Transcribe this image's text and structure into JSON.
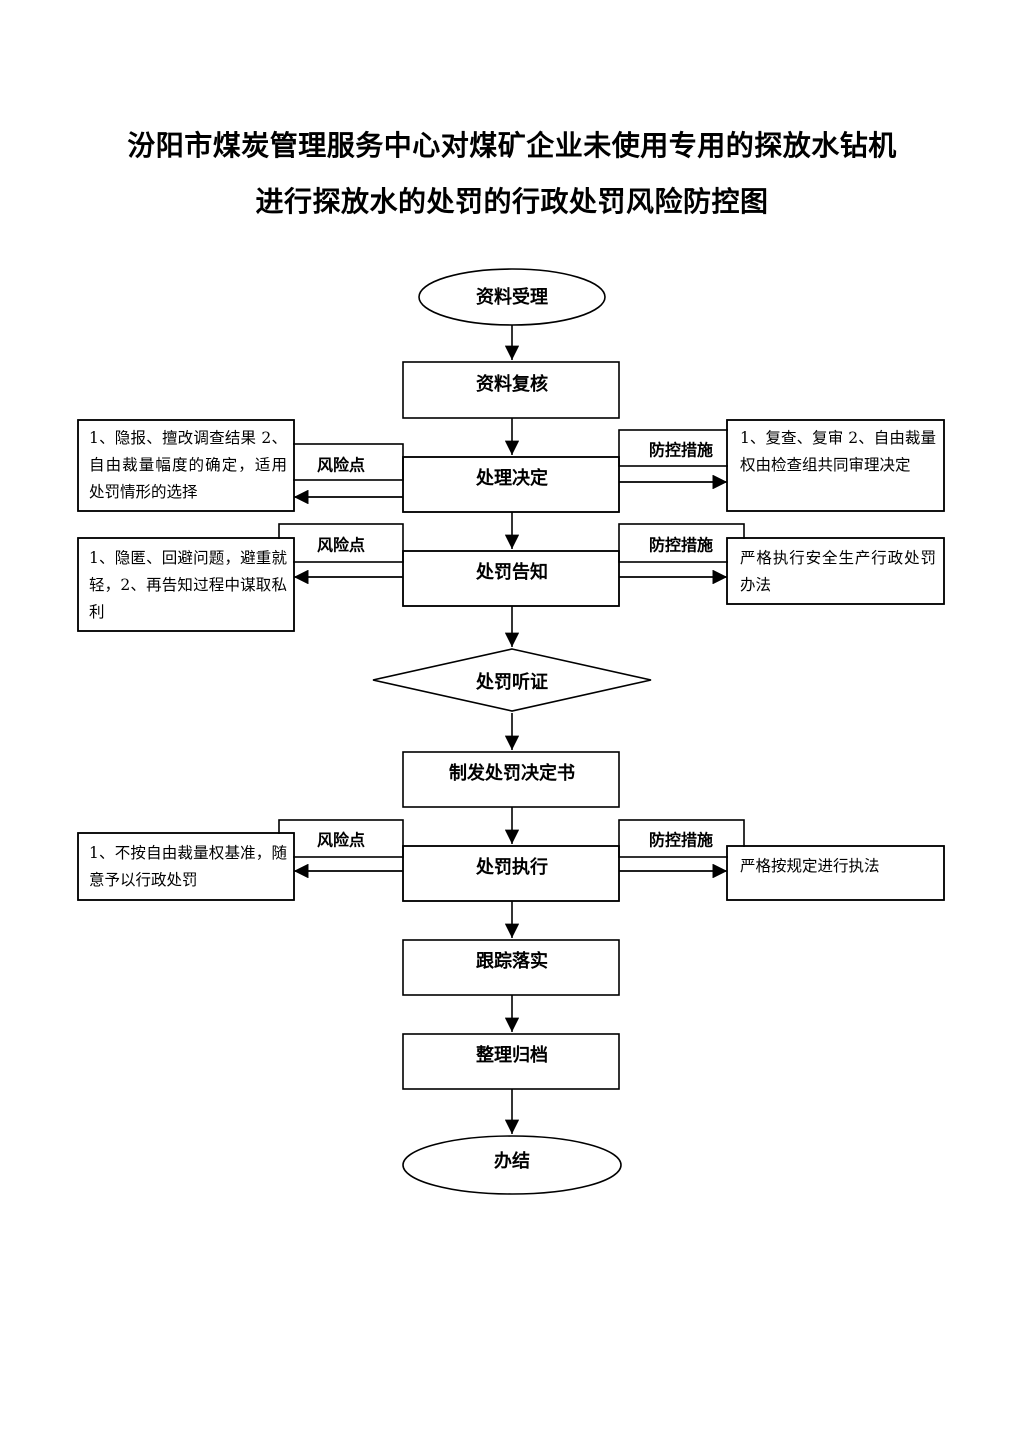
{
  "title": {
    "line1": "汾阳市煤炭管理服务中心对煤矿企业未使用专用的探放水钻机",
    "line2": "进行探放水的处罚的行政处罚风险防控图"
  },
  "flow": {
    "start": "资料受理",
    "review": "资料复核",
    "decision": "处理决定",
    "notice": "处罚告知",
    "hearing": "处罚听证",
    "issue": "制发处罚决定书",
    "execute": "处罚执行",
    "track": "跟踪落实",
    "archive": "整理归档",
    "end": "办结"
  },
  "labels": {
    "risk_point": "风险点",
    "control": "防控措施"
  },
  "risks": {
    "decision": "1、隐报、擅改调查结果 2、自由裁量幅度的确定，适用处罚情形的选择",
    "notice": "1、隐匿、回避问题，避重就轻，2、再告知过程中谋取私利",
    "execute": "1、不按自由裁量权基准，随意予以行政处罚"
  },
  "controls": {
    "decision": "1、复查、复审 2、自由裁量权由检查组共同审理决定",
    "notice": "严格执行安全生产行政处罚办法",
    "execute": "严格按规定进行执法"
  }
}
